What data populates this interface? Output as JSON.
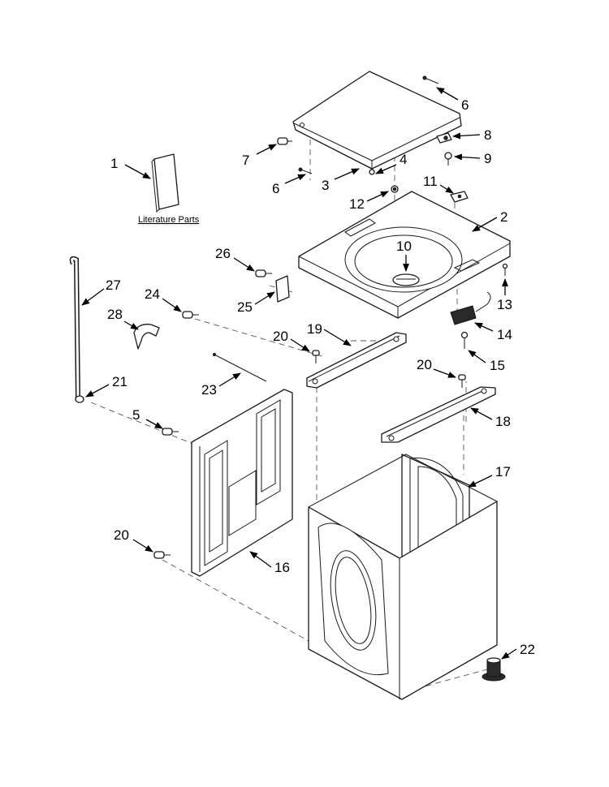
{
  "literature_label": "Literature Parts",
  "callouts": [
    {
      "id": "c1",
      "number": "1"
    },
    {
      "id": "c2",
      "number": "2"
    },
    {
      "id": "c3",
      "number": "3"
    },
    {
      "id": "c4",
      "number": "4"
    },
    {
      "id": "c5",
      "number": "5"
    },
    {
      "id": "c6a",
      "number": "6"
    },
    {
      "id": "c6b",
      "number": "6"
    },
    {
      "id": "c7",
      "number": "7"
    },
    {
      "id": "c8",
      "number": "8"
    },
    {
      "id": "c9",
      "number": "9"
    },
    {
      "id": "c10",
      "number": "10"
    },
    {
      "id": "c11",
      "number": "11"
    },
    {
      "id": "c12",
      "number": "12"
    },
    {
      "id": "c13",
      "number": "13"
    },
    {
      "id": "c14",
      "number": "14"
    },
    {
      "id": "c15",
      "number": "15"
    },
    {
      "id": "c16",
      "number": "16"
    },
    {
      "id": "c17",
      "number": "17"
    },
    {
      "id": "c18",
      "number": "18"
    },
    {
      "id": "c19",
      "number": "19"
    },
    {
      "id": "c20a",
      "number": "20"
    },
    {
      "id": "c20b",
      "number": "20"
    },
    {
      "id": "c20c",
      "number": "20"
    },
    {
      "id": "c21",
      "number": "21"
    },
    {
      "id": "c22",
      "number": "22"
    },
    {
      "id": "c23",
      "number": "23"
    },
    {
      "id": "c24",
      "number": "24"
    },
    {
      "id": "c25",
      "number": "25"
    },
    {
      "id": "c26",
      "number": "26"
    },
    {
      "id": "c27",
      "number": "27"
    },
    {
      "id": "c28",
      "number": "28"
    }
  ]
}
